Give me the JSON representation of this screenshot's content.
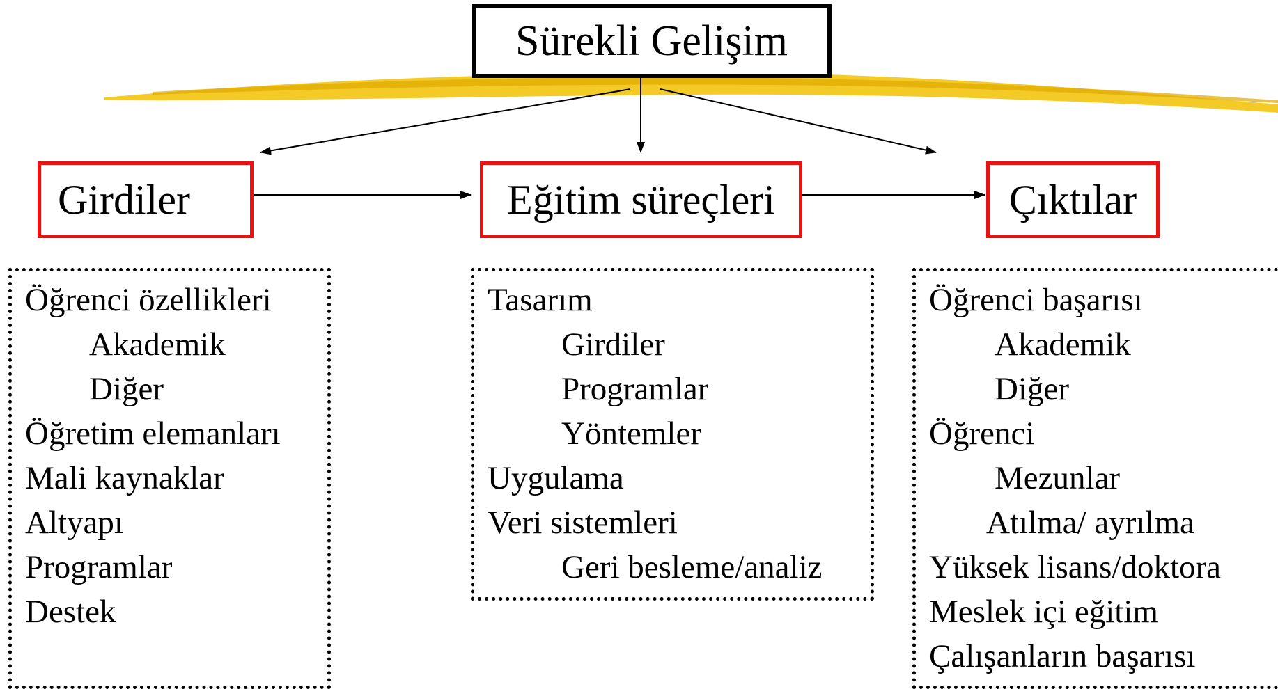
{
  "title": "Sürekli Gelişim",
  "colors": {
    "stage_border": "#ee1111",
    "title_border": "#000000",
    "brush": "#f2c200"
  },
  "stages": [
    {
      "label": "Girdiler",
      "items": [
        {
          "text": "Öğrenci özellikleri",
          "level": 0
        },
        {
          "text": "Akademik",
          "level": 1
        },
        {
          "text": "Diğer",
          "level": 1
        },
        {
          "text": "Öğretim elemanları",
          "level": 0
        },
        {
          "text": "Mali kaynaklar",
          "level": 0
        },
        {
          "text": "Altyapı",
          "level": 0
        },
        {
          "text": "Programlar",
          "level": 0
        },
        {
          "text": "Destek",
          "level": 0
        }
      ]
    },
    {
      "label": "Eğitim süreçleri",
      "items": [
        {
          "text": "Tasarım",
          "level": 0
        },
        {
          "text": "Girdiler",
          "level": 1
        },
        {
          "text": " Programlar",
          "level": 1
        },
        {
          "text": "Yöntemler",
          "level": 1
        },
        {
          "text": "Uygulama",
          "level": 0
        },
        {
          "text": "Veri sistemleri",
          "level": 0
        },
        {
          "text": "Geri besleme/analiz",
          "level": 1
        }
      ]
    },
    {
      "label": "Çıktılar",
      "items": [
        {
          "text": "Öğrenci başarısı",
          "level": 0
        },
        {
          "text": "Akademik",
          "level": 1
        },
        {
          "text": "Diğer",
          "level": 1
        },
        {
          "text": "Öğrenci",
          "level": 0
        },
        {
          "text": "Mezunlar",
          "level": 1
        },
        {
          "text": "Atılma/ ayrılma",
          "level": 1
        },
        {
          "text": "Yüksek lisans/doktora",
          "level": 0
        },
        {
          "text": "Meslek içi eğitim",
          "level": 0
        },
        {
          "text": "Çalışanların başarısı",
          "level": 0
        }
      ]
    }
  ]
}
